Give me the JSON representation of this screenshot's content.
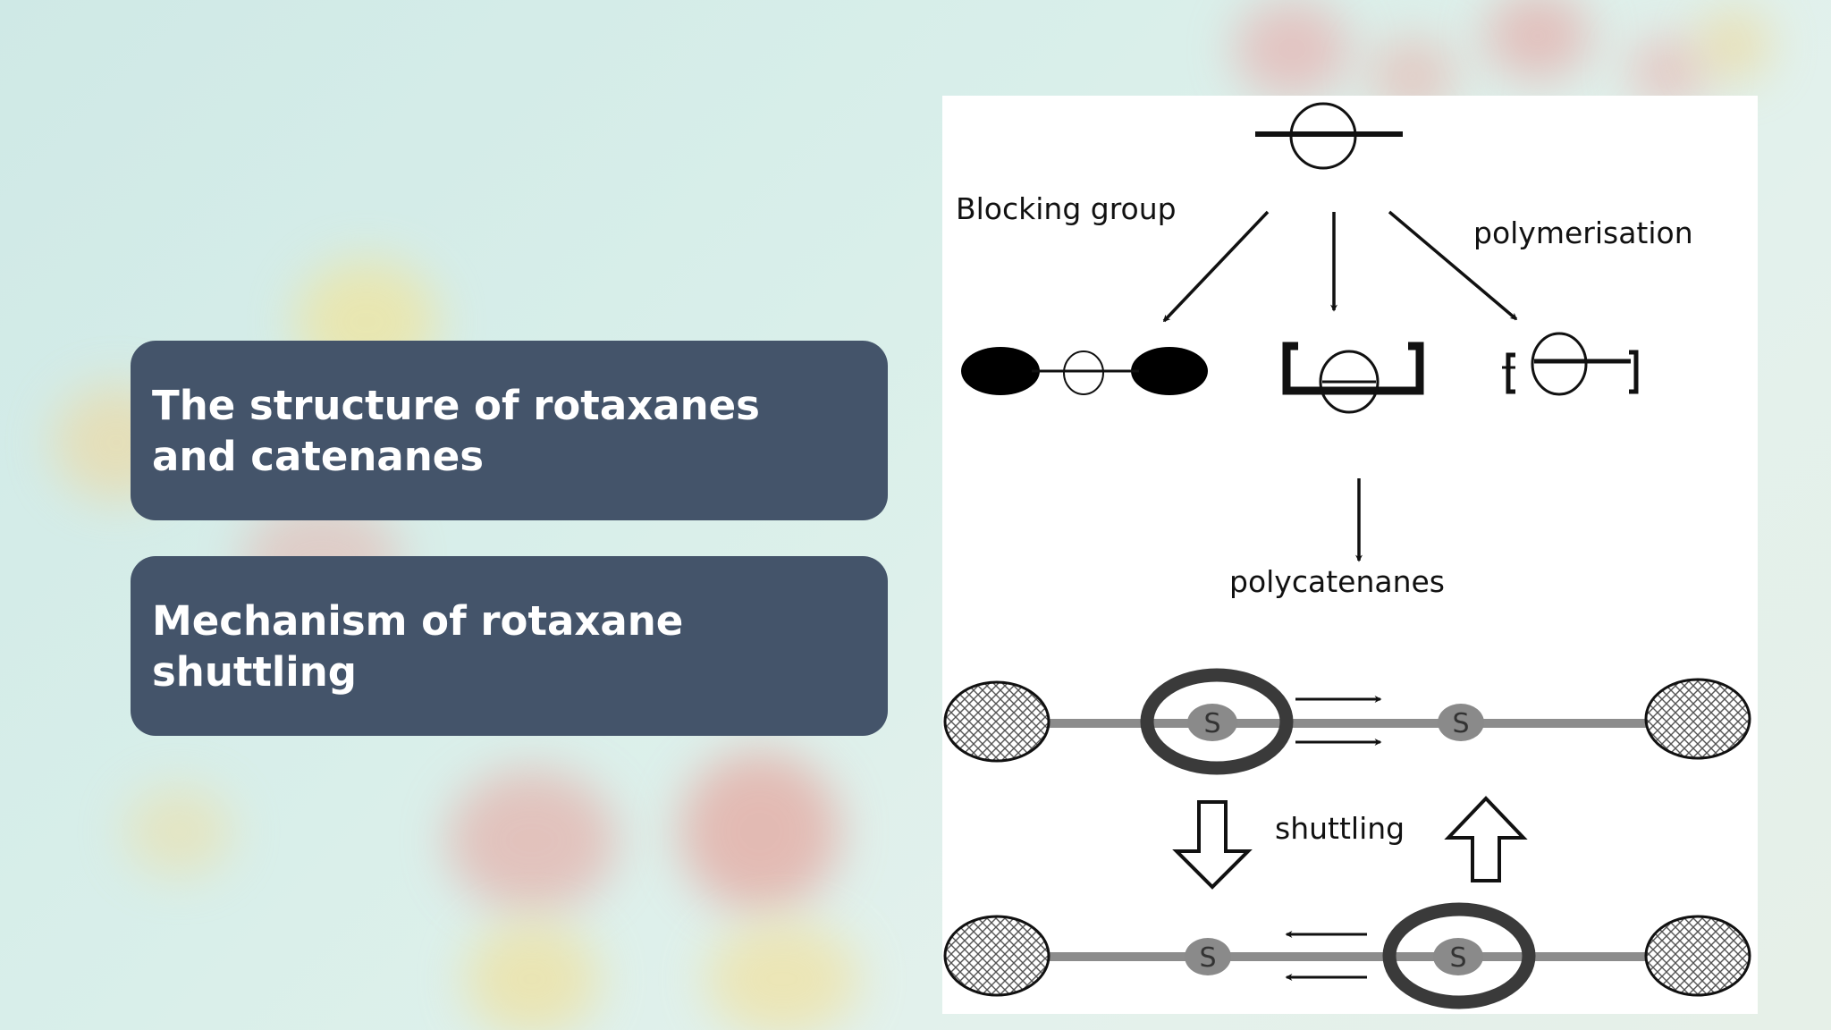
{
  "cards": [
    {
      "title": "The structure of rotaxanes and catenanes"
    },
    {
      "title": "Mechanism of rotaxane shuttling"
    }
  ],
  "diagram": {
    "labels": {
      "blocking_group": "Blocking group",
      "polymerisation": "polymerisation",
      "polycatenanes": "polycatenanes",
      "shuttling": "shuttling"
    },
    "station_label": "S"
  },
  "colors": {
    "card": "#44546a",
    "card_text": "#ffffff",
    "diagram_bg": "#ffffff"
  }
}
